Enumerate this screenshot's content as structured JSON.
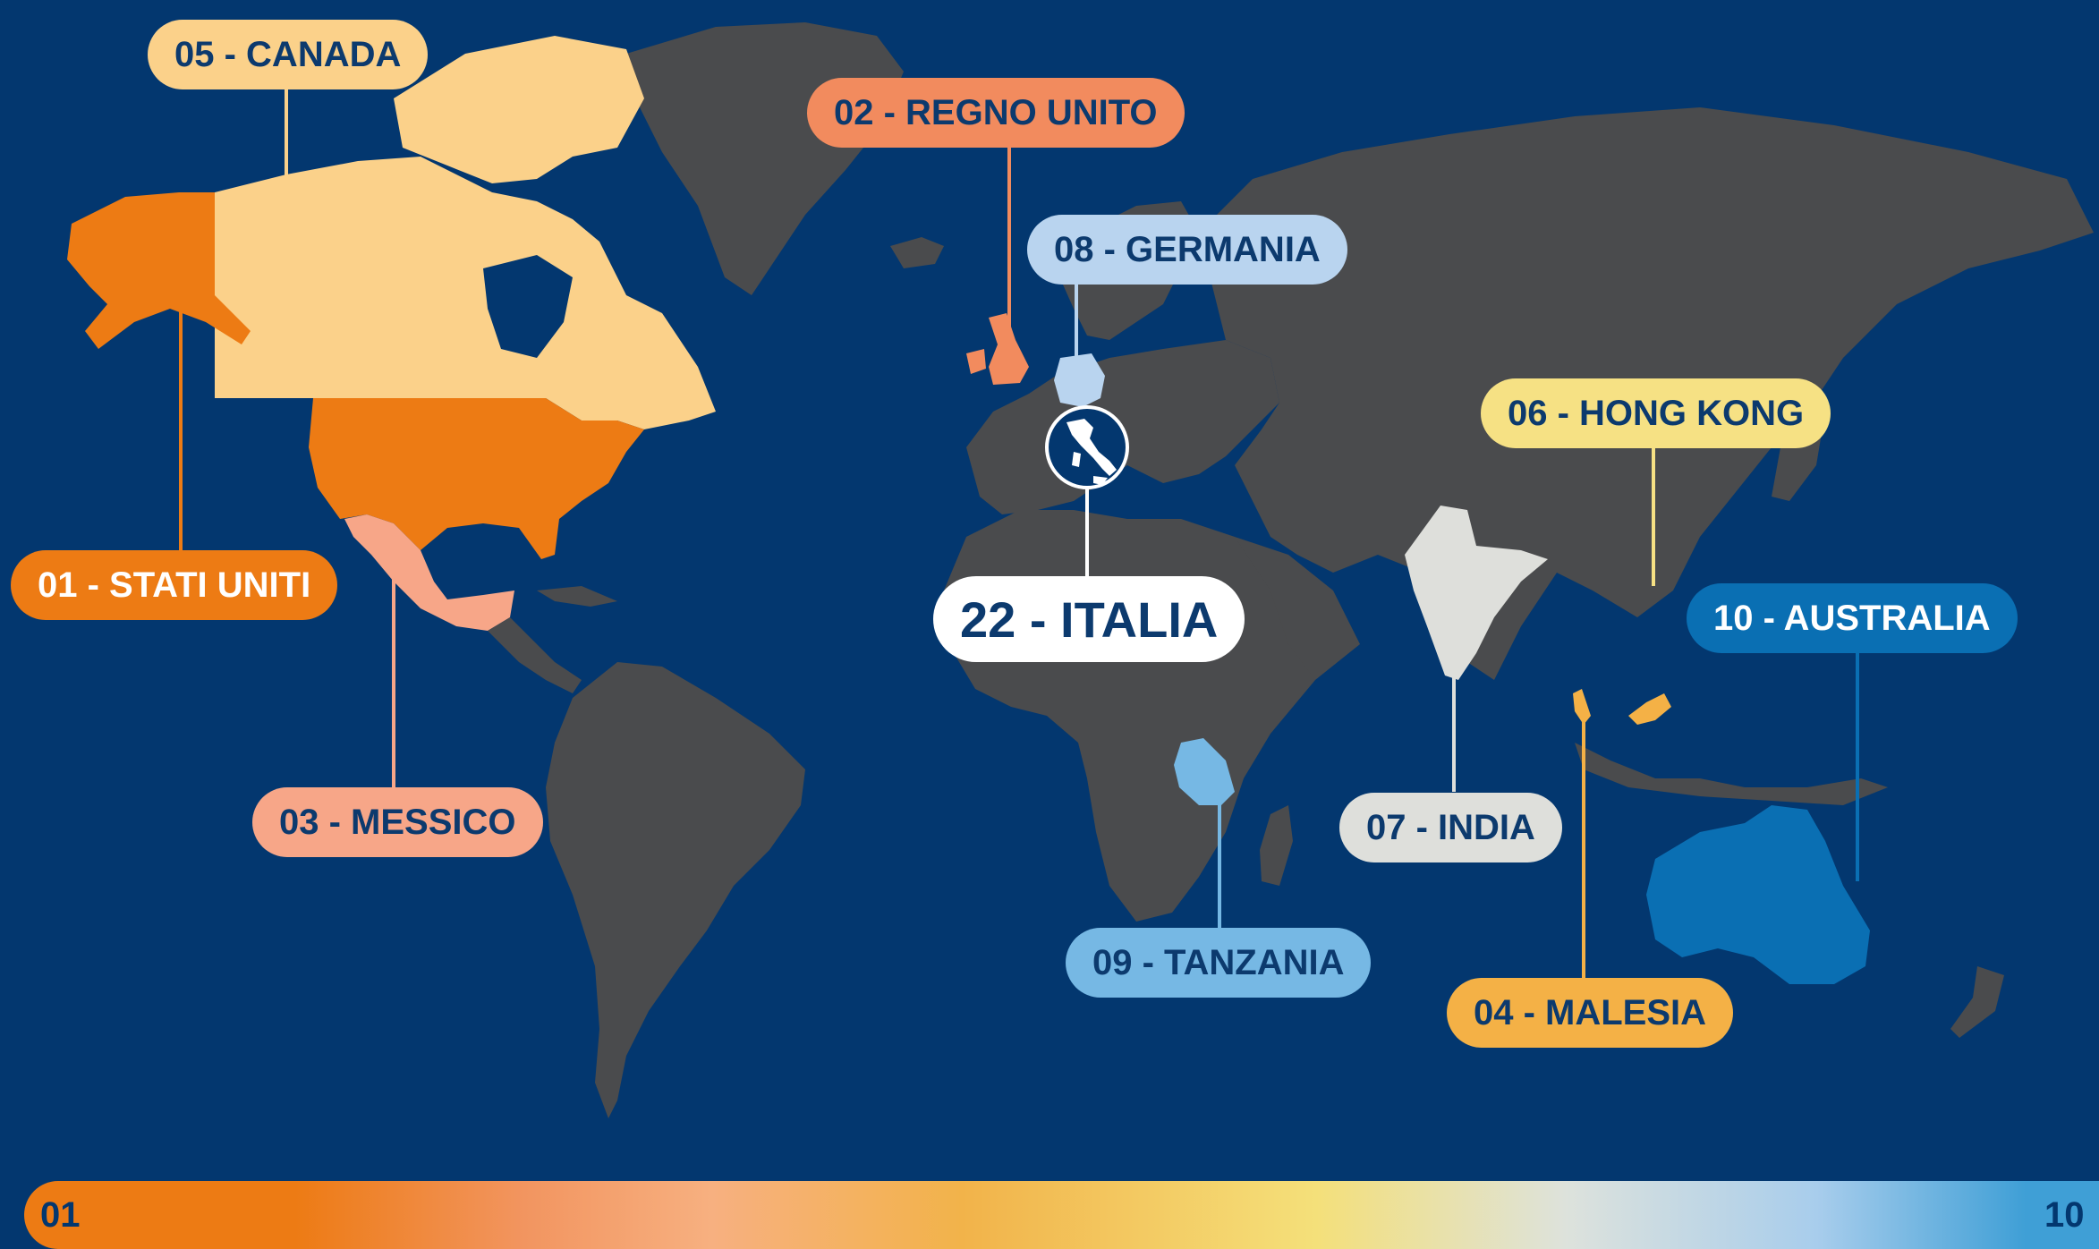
{
  "labels": [
    {
      "key": "canada",
      "text": "05 - CANADA",
      "color": "#fbd18a"
    },
    {
      "key": "uk",
      "text": "02 - REGNO UNITO",
      "color": "#f28b5e"
    },
    {
      "key": "germany",
      "text": "08 - GERMANIA",
      "color": "#b9d4ef"
    },
    {
      "key": "hongkong",
      "text": "06 - HONG KONG",
      "color": "#f6e184"
    },
    {
      "key": "usa",
      "text": "01 - STATI UNITI",
      "color": "#ed7b14"
    },
    {
      "key": "italy",
      "text": "22 - ITALIA",
      "color": "#ffffff"
    },
    {
      "key": "australia",
      "text": "10 - AUSTRALIA",
      "color": "#0a6fb3"
    },
    {
      "key": "mexico",
      "text": "03 - MESSICO",
      "color": "#f7a688"
    },
    {
      "key": "india",
      "text": "07 - INDIA",
      "color": "#dedfdb"
    },
    {
      "key": "tanzania",
      "text": "09 - TANZANIA",
      "color": "#76b8e4"
    },
    {
      "key": "malaysia",
      "text": "04 - MALESIA",
      "color": "#f4b146"
    }
  ],
  "scale": {
    "min": "01",
    "max": "10"
  },
  "colors": {
    "ocean": "#03376f",
    "land": "#4a4b4d",
    "text_dark": "#0c3a6e",
    "text_light": "#ffffff"
  }
}
